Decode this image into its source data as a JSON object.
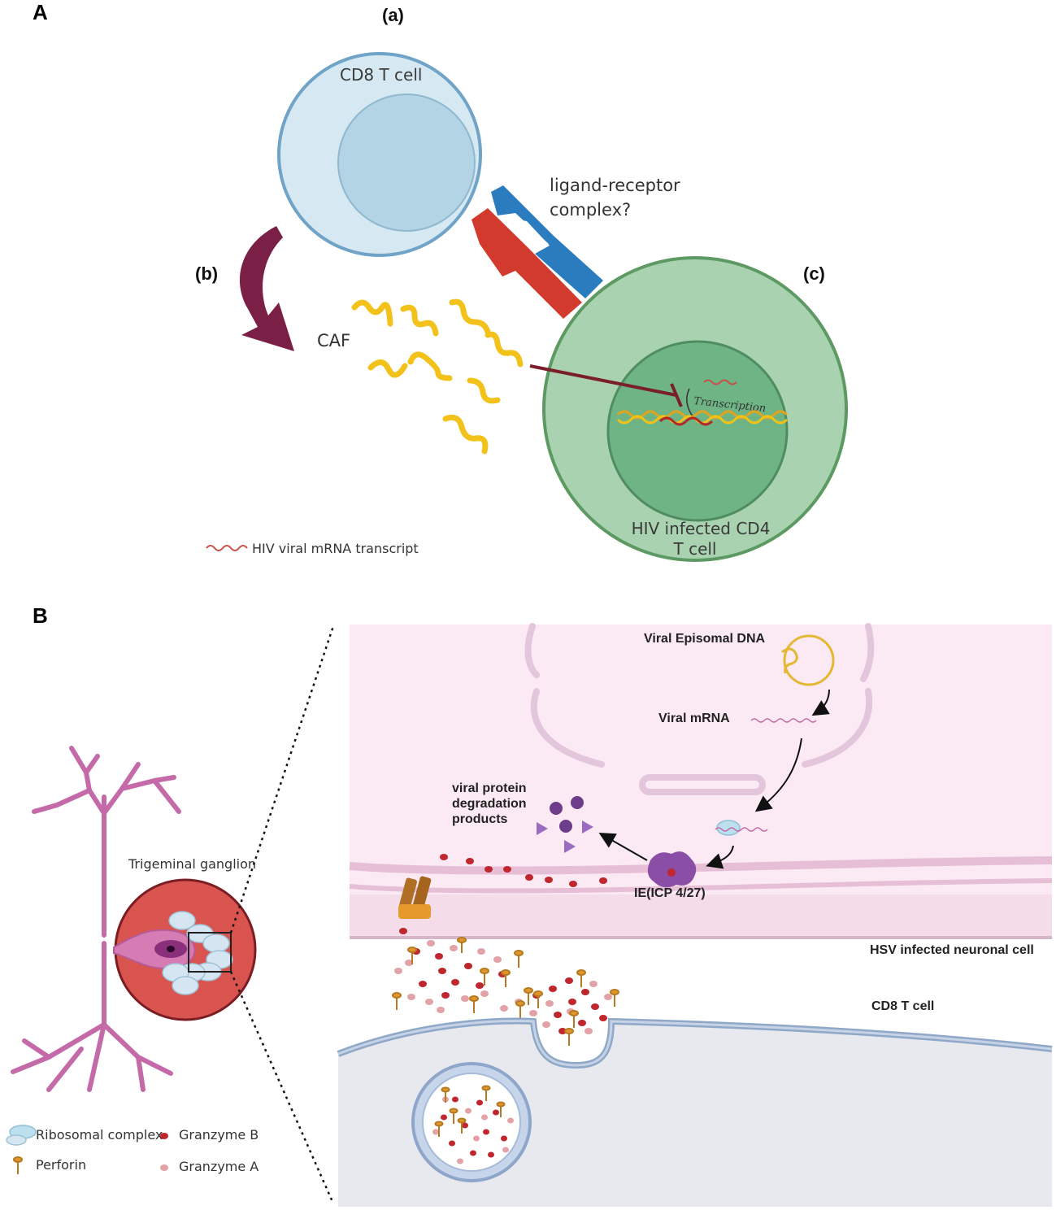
{
  "panel_a": {
    "letter": "A",
    "sub_a": "(a)",
    "sub_b": "(b)",
    "sub_c": "(c)",
    "cd8_label": "CD8 T cell",
    "ligand_line1": "ligand-receptor",
    "ligand_line2": "complex?",
    "caf_label": "CAF",
    "transcription_label": "Transcription",
    "cd4_line1": "HIV infected CD4",
    "cd4_line2": "T cell",
    "legend_mrna": "HIV viral mRNA transcript",
    "colors": {
      "cd8_cell": "#d6e9f2",
      "cd8_border": "#6fa3c7",
      "cd4_cell": "#a9d3b0",
      "cd4_border": "#5d9a63",
      "receptor_blue": "#2b7bbf",
      "receptor_red": "#d23a2e",
      "caf_yellow": "#f2c21b",
      "arrow_maroon": "#7a1f45"
    }
  },
  "panel_b": {
    "letter": "B",
    "ganglion_label": "Trigeminal ganglion",
    "episomal_label": "Viral Episomal DNA",
    "mrna_label": "Viral mRNA",
    "degradation_line1": "viral protein",
    "degradation_line2": "degradation",
    "degradation_line3": "products",
    "ie_label": "IE(ICP 4/27)",
    "hsv_cell_label": "HSV infected neuronal cell",
    "cd8_cell_label": "CD8 T cell",
    "legend": {
      "ribosomal": "Ribosomal complex",
      "perforin": "Perforin",
      "granzyme_b": "Granzyme B",
      "granzyme_a": "Granzyme A"
    },
    "colors": {
      "neuron": "#c46aa8",
      "ganglion": "#d9534f",
      "neuronal_cell_bg": "#fbeaf3",
      "cd8_bg": "#e7e9ee",
      "granzyme_b": "#c0262d",
      "granzyme_a": "#e3a2a6",
      "perforin": "#e0962a"
    }
  }
}
